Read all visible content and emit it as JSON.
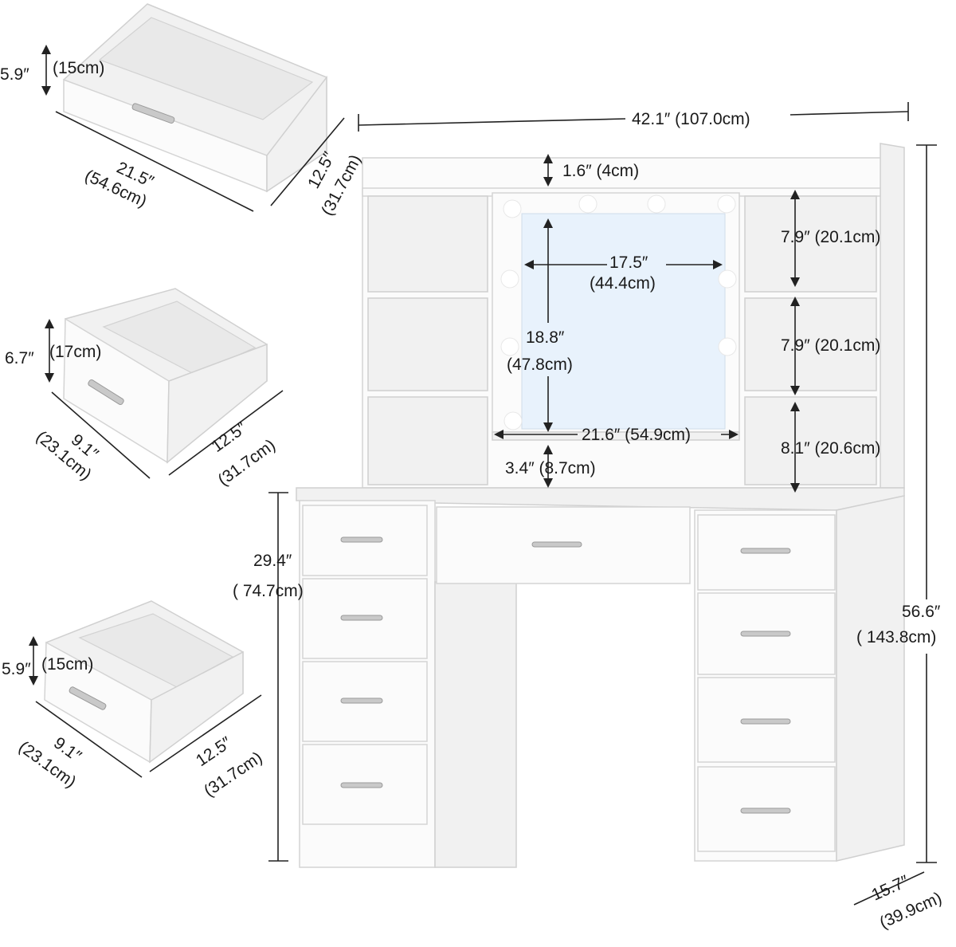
{
  "diagram": {
    "overall_width": "42.1″ (107.0cm)",
    "overall_height_in": "56.6″",
    "overall_height_cm": "( 143.8cm)",
    "depth_in": "15.7″",
    "depth_cm": "(39.9cm)",
    "desk_height_in": "29.4″",
    "desk_height_cm": "( 74.7cm)",
    "top_gap": "1.6″ (4cm)",
    "shelf_1": "7.9″ (20.1cm)",
    "shelf_2": "7.9″ (20.1cm)",
    "shelf_3": "8.1″ (20.6cm)",
    "mirror_inner_width_in": "17.5″",
    "mirror_inner_width_cm": "(44.4cm)",
    "mirror_height_in": "18.8″",
    "mirror_height_cm": "(47.8cm)",
    "mirror_outer_width": "21.6″ (54.9cm)",
    "mirror_bottom_gap": "3.4″ (8.7cm)",
    "drawer_large": {
      "height_in": "5.9″",
      "height_cm": "(15cm)",
      "width_in": "21.5″",
      "width_cm": "(54.6cm)",
      "depth_in": "12.5″",
      "depth_cm": "(31.7cm)"
    },
    "drawer_medium": {
      "height_in": "6.7″",
      "height_cm": "(17cm)",
      "width_in": "9.1″",
      "width_cm": "(23.1cm)",
      "depth_in": "12.5″",
      "depth_cm": "(31.7cm)"
    },
    "drawer_small": {
      "height_in": "5.9″",
      "height_cm": "(15cm)",
      "width_in": "9.1″",
      "width_cm": "(23.1cm)",
      "depth_in": "12.5″",
      "depth_cm": "(31.7cm)"
    }
  }
}
